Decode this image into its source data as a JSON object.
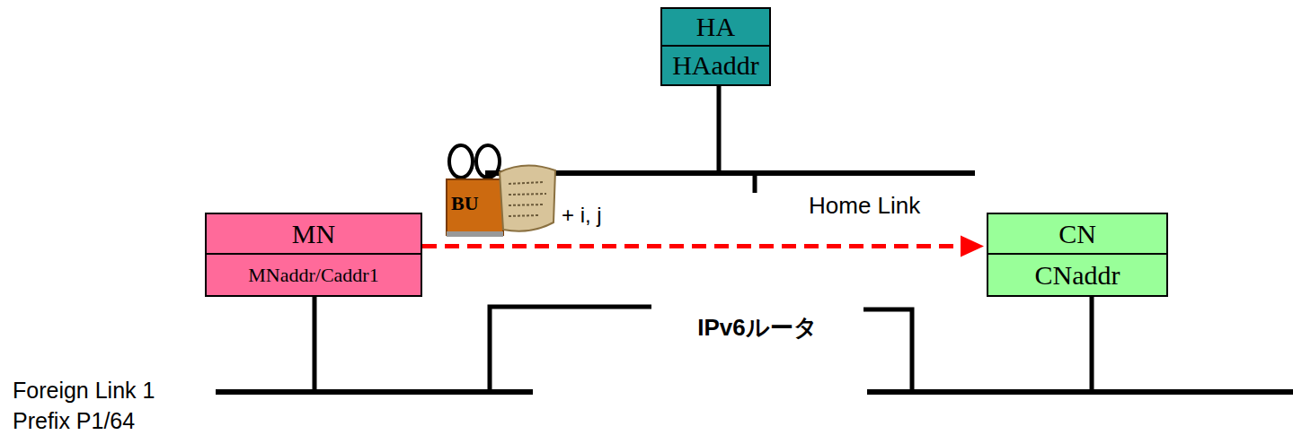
{
  "diagram": {
    "nodes": [
      {
        "text": [
          "HA",
          "HAaddr"
        ]
      },
      {
        "text": [
          "MN",
          "MNaddr/Caddr1"
        ]
      },
      {
        "text": [
          "IPv6ルータ"
        ]
      },
      {
        "text": [
          "CN",
          "CNaddr"
        ]
      }
    ],
    "edges": [
      {
        "from": 1,
        "to": 3,
        "arrow": "to"
      }
    ],
    "labels": [
      "BU",
      "+ i, j",
      "Home Link",
      "Foreign Link 1",
      "Prefix P1/64"
    ]
  }
}
